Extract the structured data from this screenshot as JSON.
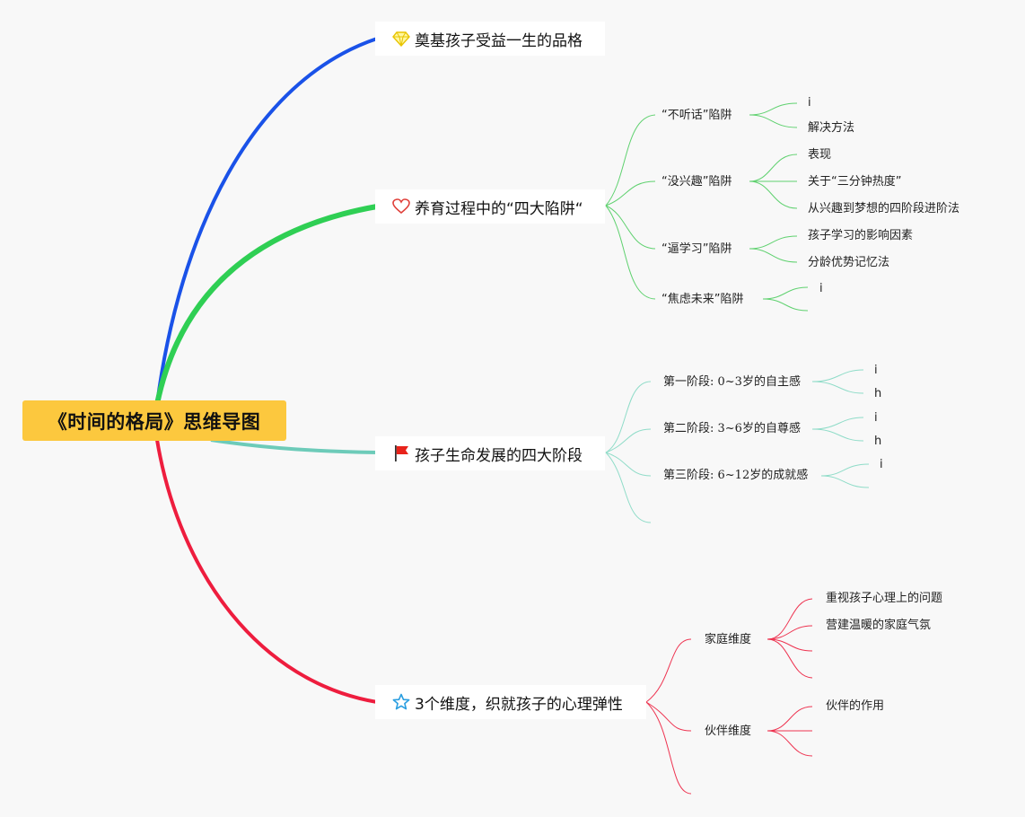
{
  "root": {
    "label": "《时间的格局》思维导图"
  },
  "branches": [
    {
      "label": "奠基孩子受益一生的品格",
      "icon": "diamond-icon",
      "color": "#1a52e8"
    },
    {
      "label": "养育过程中的“四大陷阱“",
      "icon": "heart-icon",
      "color": "#2fcf54",
      "children": [
        {
          "label": "“不听话”陷阱",
          "children": [
            "i",
            "解决方法"
          ]
        },
        {
          "label": "“没兴趣”陷阱",
          "children": [
            "表现",
            "关于“三分钟热度”",
            "从兴趣到梦想的四阶段进阶法"
          ]
        },
        {
          "label": "“逼学习”陷阱",
          "children": [
            "孩子学习的影响因素",
            "分龄优势记忆法"
          ]
        },
        {
          "label": "“焦虑未来”陷阱",
          "children": [
            "i"
          ]
        }
      ]
    },
    {
      "label": "孩子生命发展的四大阶段",
      "icon": "flag-icon",
      "color": "#6dcbb9",
      "children": [
        {
          "label": "第一阶段: 0~3岁的自主感",
          "children": [
            "i",
            "h"
          ]
        },
        {
          "label": "第二阶段: 3~6岁的自尊感",
          "children": [
            "i",
            "h"
          ]
        },
        {
          "label": "第三阶段: 6~12岁的成就感",
          "children": [
            "i"
          ]
        }
      ]
    },
    {
      "label": "3个维度，织就孩子的心理弹性",
      "icon": "star-icon",
      "color": "#ee1d3e",
      "children": [
        {
          "label": "家庭维度",
          "children": [
            "重视孩子心理上的问题",
            "营建温暖的家庭气氛"
          ]
        },
        {
          "label": "伙伴维度",
          "children": [
            "伙伴的作用"
          ]
        }
      ]
    }
  ],
  "colors": {
    "background": "#f8f8f8",
    "root_fill": "#fcc83e",
    "thin_green": "#5fd16f",
    "thin_teal": "#8fdcc8",
    "thin_red": "#ee3350"
  }
}
